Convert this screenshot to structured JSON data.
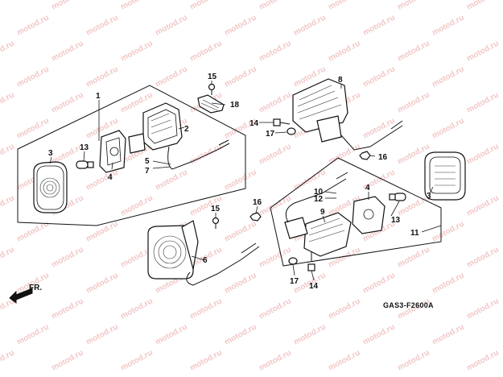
{
  "watermark": {
    "text": "motod.ru"
  },
  "diagram": {
    "code": "GAS3-F2600A",
    "front_arrow_label": "FR.",
    "labels": {
      "p1": "1",
      "p2": "2",
      "p3a": "3",
      "p3b": "3",
      "p4a": "4",
      "p4b": "4",
      "p5": "5",
      "p6": "6",
      "p7": "7",
      "p8": "8",
      "p9": "9",
      "p10": "10",
      "p11": "11",
      "p12": "12",
      "p13a": "13",
      "p13b": "13",
      "p14a": "14",
      "p14b": "14",
      "p15a": "15",
      "p15b": "15",
      "p16a": "16",
      "p16b": "16",
      "p17a": "17",
      "p17b": "17",
      "p18": "18"
    }
  }
}
